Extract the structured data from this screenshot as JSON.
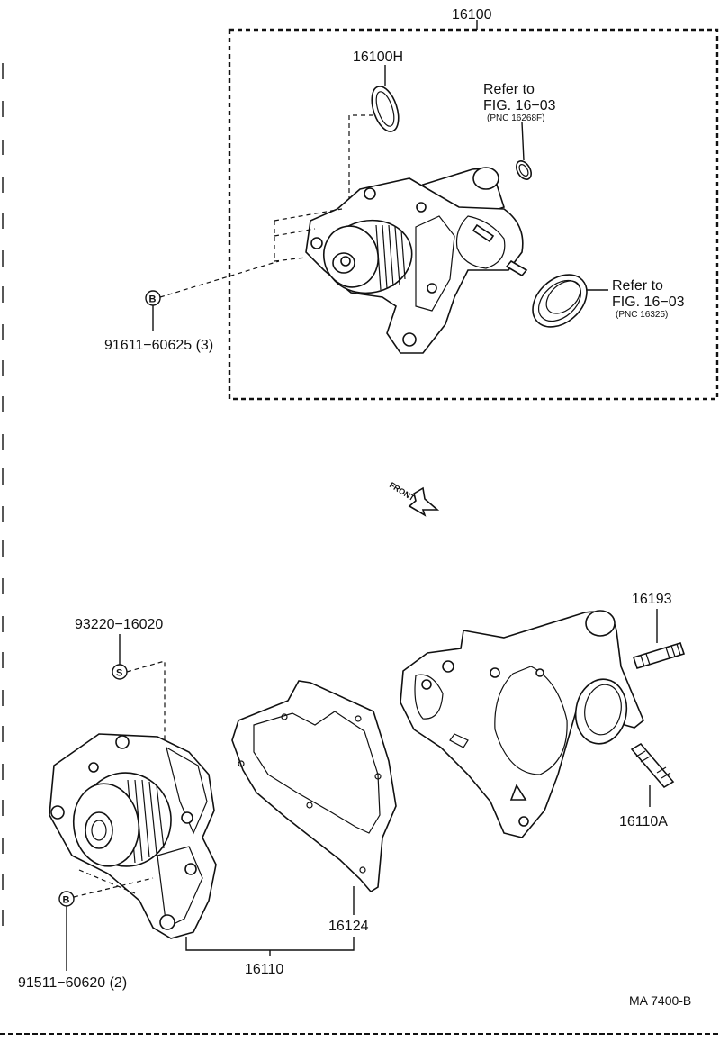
{
  "diagram": {
    "labels": {
      "top_assembly": "16100",
      "oring": "16100H",
      "refer1_line1": "Refer to",
      "refer1_line2": "FIG. 16−03",
      "refer1_pnc": "(PNC 16268F)",
      "refer2_line1": "Refer to",
      "refer2_line2": "FIG. 16−03",
      "refer2_pnc": "(PNC 16325)",
      "bolt_top": "91611−60625 (3)",
      "front": "FRONT",
      "plug": "93220−16020",
      "stud_top": "16193",
      "stud_side": "16110A",
      "gasket": "16124",
      "pump_body": "16110",
      "bolt_bottom": "91511−60620 (2)",
      "drawing_id": "MA 7400-B"
    },
    "symbols": {
      "bolt_top": "B",
      "plug": "S",
      "bolt_bottom": "B"
    }
  }
}
